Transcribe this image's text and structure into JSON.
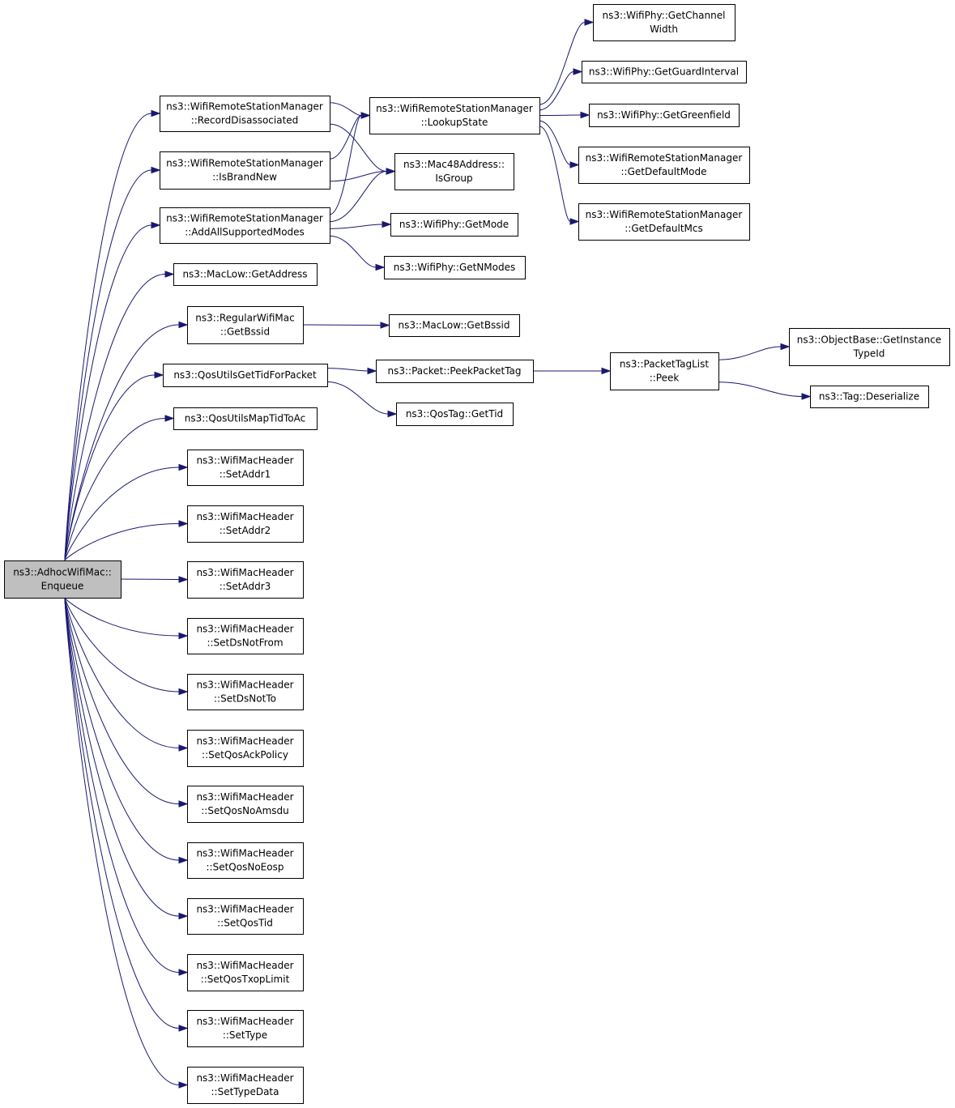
{
  "nodes": [
    {
      "id": "enqueue",
      "lines": [
        "ns3::AdhocWifiMac::",
        "Enqueue"
      ],
      "highlight": true
    },
    {
      "id": "recorddisassociated",
      "lines": [
        "ns3::WifiRemoteStationManager",
        "::RecordDisassociated"
      ]
    },
    {
      "id": "isbrandnew",
      "lines": [
        "ns3::WifiRemoteStationManager",
        "::IsBrandNew"
      ]
    },
    {
      "id": "addallsupportedmodes",
      "lines": [
        "ns3::WifiRemoteStationManager",
        "::AddAllSupportedModes"
      ]
    },
    {
      "id": "maclow-getaddress",
      "lines": [
        "ns3::MacLow::GetAddress"
      ]
    },
    {
      "id": "regularwifimac-getbssid",
      "lines": [
        "ns3::RegularWifiMac",
        "::GetBssid"
      ]
    },
    {
      "id": "qosutilsgettidforpacket",
      "lines": [
        "ns3::QosUtilsGetTidForPacket"
      ]
    },
    {
      "id": "qosutilsmaptidtoac",
      "lines": [
        "ns3::QosUtilsMapTidToAc"
      ]
    },
    {
      "id": "setaddr1",
      "lines": [
        "ns3::WifiMacHeader",
        "::SetAddr1"
      ]
    },
    {
      "id": "setaddr2",
      "lines": [
        "ns3::WifiMacHeader",
        "::SetAddr2"
      ]
    },
    {
      "id": "setaddr3",
      "lines": [
        "ns3::WifiMacHeader",
        "::SetAddr3"
      ]
    },
    {
      "id": "setdsnotfrom",
      "lines": [
        "ns3::WifiMacHeader",
        "::SetDsNotFrom"
      ]
    },
    {
      "id": "setdsnotto",
      "lines": [
        "ns3::WifiMacHeader",
        "::SetDsNotTo"
      ]
    },
    {
      "id": "setqosackpolicy",
      "lines": [
        "ns3::WifiMacHeader",
        "::SetQosAckPolicy"
      ]
    },
    {
      "id": "setqosnoamsdu",
      "lines": [
        "ns3::WifiMacHeader",
        "::SetQosNoAmsdu"
      ]
    },
    {
      "id": "setqosnoeosp",
      "lines": [
        "ns3::WifiMacHeader",
        "::SetQosNoEosp"
      ]
    },
    {
      "id": "setqostid",
      "lines": [
        "ns3::WifiMacHeader",
        "::SetQosTid"
      ]
    },
    {
      "id": "setqostxoplimit",
      "lines": [
        "ns3::WifiMacHeader",
        "::SetQosTxopLimit"
      ]
    },
    {
      "id": "settype",
      "lines": [
        "ns3::WifiMacHeader",
        "::SetType"
      ]
    },
    {
      "id": "settypedata",
      "lines": [
        "ns3::WifiMacHeader",
        "::SetTypeData"
      ]
    },
    {
      "id": "lookupstate",
      "lines": [
        "ns3::WifiRemoteStationManager",
        "::LookupState"
      ]
    },
    {
      "id": "isgroup",
      "lines": [
        "ns3::Mac48Address::",
        "IsGroup"
      ]
    },
    {
      "id": "wifiphy-getmode",
      "lines": [
        "ns3::WifiPhy::GetMode"
      ]
    },
    {
      "id": "wifiphy-getnmodes",
      "lines": [
        "ns3::WifiPhy::GetNModes"
      ]
    },
    {
      "id": "maclow-getbssid",
      "lines": [
        "ns3::MacLow::GetBssid"
      ]
    },
    {
      "id": "peekpackettag",
      "lines": [
        "ns3::Packet::PeekPacketTag"
      ]
    },
    {
      "id": "qostag-gettid",
      "lines": [
        "ns3::QosTag::GetTid"
      ]
    },
    {
      "id": "getchannelwidth",
      "lines": [
        "ns3::WifiPhy::GetChannel",
        "Width"
      ]
    },
    {
      "id": "getguardinterval",
      "lines": [
        "ns3::WifiPhy::GetGuardInterval"
      ]
    },
    {
      "id": "getgreenfield",
      "lines": [
        "ns3::WifiPhy::GetGreenfield"
      ]
    },
    {
      "id": "getdefaultmode",
      "lines": [
        "ns3::WifiRemoteStationManager",
        "::GetDefaultMode"
      ]
    },
    {
      "id": "getdefaultmcs",
      "lines": [
        "ns3::WifiRemoteStationManager",
        "::GetDefaultMcs"
      ]
    },
    {
      "id": "packettaglist-peek",
      "lines": [
        "ns3::PacketTagList",
        "::Peek"
      ]
    },
    {
      "id": "getinstancetypeid",
      "lines": [
        "ns3::ObjectBase::GetInstance",
        "TypeId"
      ]
    },
    {
      "id": "tag-deserialize",
      "lines": [
        "ns3::Tag::Deserialize"
      ]
    }
  ],
  "edges": [
    [
      "enqueue",
      "recorddisassociated"
    ],
    [
      "enqueue",
      "isbrandnew"
    ],
    [
      "enqueue",
      "addallsupportedmodes"
    ],
    [
      "enqueue",
      "maclow-getaddress"
    ],
    [
      "enqueue",
      "regularwifimac-getbssid"
    ],
    [
      "enqueue",
      "qosutilsgettidforpacket"
    ],
    [
      "enqueue",
      "qosutilsmaptidtoac"
    ],
    [
      "enqueue",
      "setaddr1"
    ],
    [
      "enqueue",
      "setaddr2"
    ],
    [
      "enqueue",
      "setaddr3"
    ],
    [
      "enqueue",
      "setdsnotfrom"
    ],
    [
      "enqueue",
      "setdsnotto"
    ],
    [
      "enqueue",
      "setqosackpolicy"
    ],
    [
      "enqueue",
      "setqosnoamsdu"
    ],
    [
      "enqueue",
      "setqosnoeosp"
    ],
    [
      "enqueue",
      "setqostid"
    ],
    [
      "enqueue",
      "setqostxoplimit"
    ],
    [
      "enqueue",
      "settype"
    ],
    [
      "enqueue",
      "settypedata"
    ],
    [
      "recorddisassociated",
      "lookupstate"
    ],
    [
      "recorddisassociated",
      "isgroup"
    ],
    [
      "isbrandnew",
      "lookupstate"
    ],
    [
      "isbrandnew",
      "isgroup"
    ],
    [
      "addallsupportedmodes",
      "lookupstate"
    ],
    [
      "addallsupportedmodes",
      "isgroup"
    ],
    [
      "addallsupportedmodes",
      "wifiphy-getmode"
    ],
    [
      "addallsupportedmodes",
      "wifiphy-getnmodes"
    ],
    [
      "lookupstate",
      "getchannelwidth"
    ],
    [
      "lookupstate",
      "getguardinterval"
    ],
    [
      "lookupstate",
      "getgreenfield"
    ],
    [
      "lookupstate",
      "getdefaultmode"
    ],
    [
      "lookupstate",
      "getdefaultmcs"
    ],
    [
      "regularwifimac-getbssid",
      "maclow-getbssid"
    ],
    [
      "qosutilsgettidforpacket",
      "peekpackettag"
    ],
    [
      "qosutilsgettidforpacket",
      "qostag-gettid"
    ],
    [
      "peekpackettag",
      "packettaglist-peek"
    ],
    [
      "packettaglist-peek",
      "getinstancetypeid"
    ],
    [
      "packettaglist-peek",
      "tag-deserialize"
    ]
  ]
}
